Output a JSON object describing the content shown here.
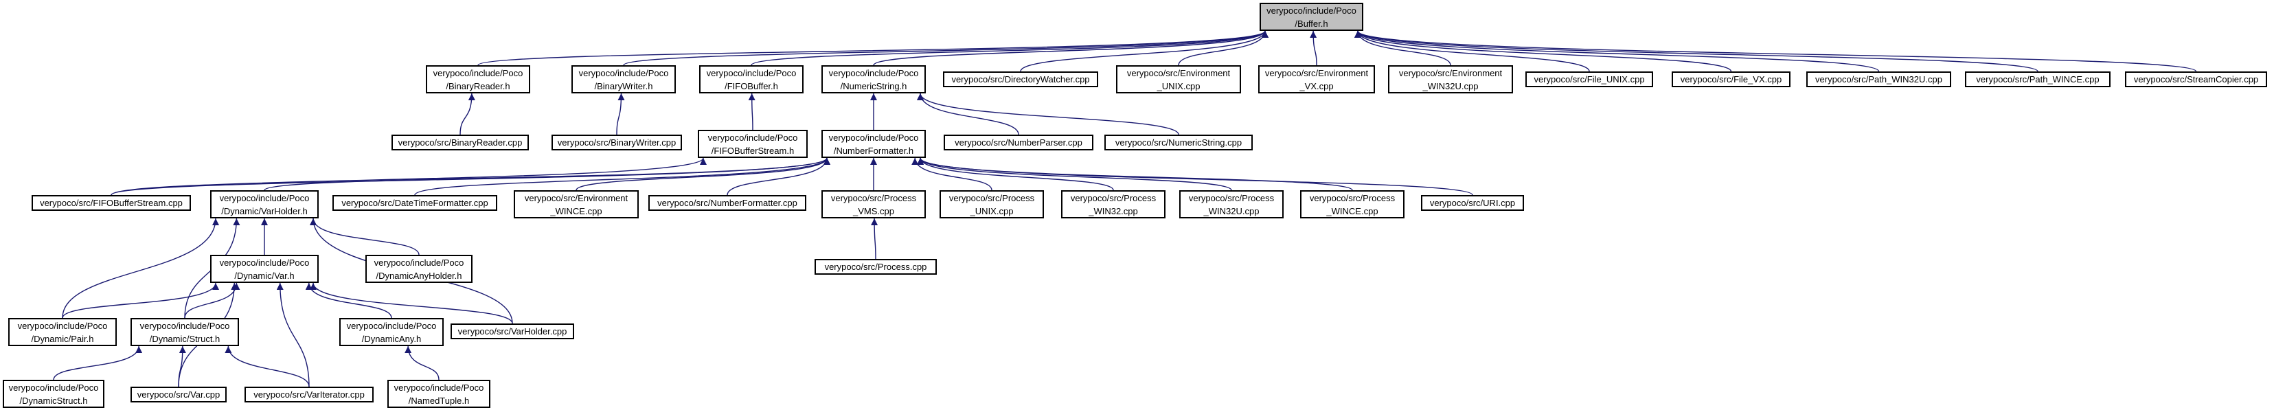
{
  "diagram": {
    "colors": {
      "edge": "#191970",
      "node_border": "#000000",
      "node_fill": "#ffffff",
      "root_fill": "#bfbfbf"
    },
    "nodes": [
      {
        "id": "buffer_h",
        "lines": [
          "verypoco/include/Poco",
          "/Buffer.h"
        ],
        "root": true
      },
      {
        "id": "binaryreader_h",
        "lines": [
          "verypoco/include/Poco",
          "/BinaryReader.h"
        ]
      },
      {
        "id": "binarywriter_h",
        "lines": [
          "verypoco/include/Poco",
          "/BinaryWriter.h"
        ]
      },
      {
        "id": "fifobuffer_h",
        "lines": [
          "verypoco/include/Poco",
          "/FIFOBuffer.h"
        ]
      },
      {
        "id": "numericstring_h",
        "lines": [
          "verypoco/include/Poco",
          "/NumericString.h"
        ]
      },
      {
        "id": "directorywatcher_cpp",
        "lines": [
          "verypoco/src/DirectoryWatcher.cpp"
        ]
      },
      {
        "id": "environment_unix_cpp",
        "lines": [
          "verypoco/src/Environment",
          "_UNIX.cpp"
        ]
      },
      {
        "id": "environment_vx_cpp",
        "lines": [
          "verypoco/src/Environment",
          "_VX.cpp"
        ]
      },
      {
        "id": "environment_win32u_cpp",
        "lines": [
          "verypoco/src/Environment",
          "_WIN32U.cpp"
        ]
      },
      {
        "id": "file_unix_cpp",
        "lines": [
          "verypoco/src/File_UNIX.cpp"
        ]
      },
      {
        "id": "file_vx_cpp",
        "lines": [
          "verypoco/src/File_VX.cpp"
        ]
      },
      {
        "id": "path_win32u_cpp",
        "lines": [
          "verypoco/src/Path_WIN32U.cpp"
        ]
      },
      {
        "id": "path_wince_cpp",
        "lines": [
          "verypoco/src/Path_WINCE.cpp"
        ]
      },
      {
        "id": "streamcopier_cpp",
        "lines": [
          "verypoco/src/StreamCopier.cpp"
        ]
      },
      {
        "id": "binaryreader_cpp",
        "lines": [
          "verypoco/src/BinaryReader.cpp"
        ]
      },
      {
        "id": "binarywriter_cpp",
        "lines": [
          "verypoco/src/BinaryWriter.cpp"
        ]
      },
      {
        "id": "fifobufferstream_h",
        "lines": [
          "verypoco/include/Poco",
          "/FIFOBufferStream.h"
        ]
      },
      {
        "id": "numberformatter_h",
        "lines": [
          "verypoco/include/Poco",
          "/NumberFormatter.h"
        ]
      },
      {
        "id": "numberparser_cpp",
        "lines": [
          "verypoco/src/NumberParser.cpp"
        ]
      },
      {
        "id": "numericstring_cpp",
        "lines": [
          "verypoco/src/NumericString.cpp"
        ]
      },
      {
        "id": "fifobufferstream_cpp",
        "lines": [
          "verypoco/src/FIFOBufferStream.cpp"
        ]
      },
      {
        "id": "varholder_h",
        "lines": [
          "verypoco/include/Poco",
          "/Dynamic/VarHolder.h"
        ]
      },
      {
        "id": "datetimeformatter_cpp",
        "lines": [
          "verypoco/src/DateTimeFormatter.cpp"
        ]
      },
      {
        "id": "environment_wince_cpp",
        "lines": [
          "verypoco/src/Environment",
          "_WINCE.cpp"
        ]
      },
      {
        "id": "numberformatter_cpp",
        "lines": [
          "verypoco/src/NumberFormatter.cpp"
        ]
      },
      {
        "id": "process_vms_cpp",
        "lines": [
          "verypoco/src/Process",
          "_VMS.cpp"
        ]
      },
      {
        "id": "process_unix_cpp",
        "lines": [
          "verypoco/src/Process",
          "_UNIX.cpp"
        ]
      },
      {
        "id": "process_win32_cpp",
        "lines": [
          "verypoco/src/Process",
          "_WIN32.cpp"
        ]
      },
      {
        "id": "process_win32u_cpp",
        "lines": [
          "verypoco/src/Process",
          "_WIN32U.cpp"
        ]
      },
      {
        "id": "process_wince_cpp",
        "lines": [
          "verypoco/src/Process",
          "_WINCE.cpp"
        ]
      },
      {
        "id": "uri_cpp",
        "lines": [
          "verypoco/src/URI.cpp"
        ]
      },
      {
        "id": "var_h",
        "lines": [
          "verypoco/include/Poco",
          "/Dynamic/Var.h"
        ]
      },
      {
        "id": "dynamicanyholder_h",
        "lines": [
          "verypoco/include/Poco",
          "/DynamicAnyHolder.h"
        ]
      },
      {
        "id": "process_cpp",
        "lines": [
          "verypoco/src/Process.cpp"
        ]
      },
      {
        "id": "pair_h",
        "lines": [
          "verypoco/include/Poco",
          "/Dynamic/Pair.h"
        ]
      },
      {
        "id": "struct_h",
        "lines": [
          "verypoco/include/Poco",
          "/Dynamic/Struct.h"
        ]
      },
      {
        "id": "dynamicany_h",
        "lines": [
          "verypoco/include/Poco",
          "/DynamicAny.h"
        ]
      },
      {
        "id": "varholder_cpp",
        "lines": [
          "verypoco/src/VarHolder.cpp"
        ]
      },
      {
        "id": "dynamicstruct_h",
        "lines": [
          "verypoco/include/Poco",
          "/DynamicStruct.h"
        ]
      },
      {
        "id": "var_cpp",
        "lines": [
          "verypoco/src/Var.cpp"
        ]
      },
      {
        "id": "variterator_cpp",
        "lines": [
          "verypoco/src/VarIterator.cpp"
        ]
      },
      {
        "id": "namedtuple_h",
        "lines": [
          "verypoco/include/Poco",
          "/NamedTuple.h"
        ]
      }
    ],
    "edges": [
      [
        "binaryreader_h",
        "buffer_h"
      ],
      [
        "binarywriter_h",
        "buffer_h"
      ],
      [
        "fifobuffer_h",
        "buffer_h"
      ],
      [
        "numericstring_h",
        "buffer_h"
      ],
      [
        "directorywatcher_cpp",
        "buffer_h"
      ],
      [
        "environment_unix_cpp",
        "buffer_h"
      ],
      [
        "environment_vx_cpp",
        "buffer_h"
      ],
      [
        "environment_win32u_cpp",
        "buffer_h"
      ],
      [
        "file_unix_cpp",
        "buffer_h"
      ],
      [
        "file_vx_cpp",
        "buffer_h"
      ],
      [
        "path_win32u_cpp",
        "buffer_h"
      ],
      [
        "path_wince_cpp",
        "buffer_h"
      ],
      [
        "streamcopier_cpp",
        "buffer_h"
      ],
      [
        "binaryreader_cpp",
        "binaryreader_h"
      ],
      [
        "binarywriter_cpp",
        "binarywriter_h"
      ],
      [
        "fifobufferstream_h",
        "fifobuffer_h"
      ],
      [
        "numberformatter_h",
        "numericstring_h"
      ],
      [
        "numberparser_cpp",
        "numericstring_h"
      ],
      [
        "numericstring_cpp",
        "numericstring_h"
      ],
      [
        "fifobufferstream_cpp",
        "fifobufferstream_h"
      ],
      [
        "fifobufferstream_cpp",
        "numberformatter_h"
      ],
      [
        "varholder_h",
        "numberformatter_h"
      ],
      [
        "datetimeformatter_cpp",
        "numberformatter_h"
      ],
      [
        "environment_wince_cpp",
        "numberformatter_h"
      ],
      [
        "numberformatter_cpp",
        "numberformatter_h"
      ],
      [
        "process_vms_cpp",
        "numberformatter_h"
      ],
      [
        "process_unix_cpp",
        "numberformatter_h"
      ],
      [
        "process_win32_cpp",
        "numberformatter_h"
      ],
      [
        "process_win32u_cpp",
        "numberformatter_h"
      ],
      [
        "process_wince_cpp",
        "numberformatter_h"
      ],
      [
        "uri_cpp",
        "numberformatter_h"
      ],
      [
        "process_cpp",
        "process_vms_cpp"
      ],
      [
        "var_h",
        "varholder_h"
      ],
      [
        "dynamicanyholder_h",
        "varholder_h"
      ],
      [
        "pair_h",
        "varholder_h"
      ],
      [
        "struct_h",
        "varholder_h"
      ],
      [
        "varholder_cpp",
        "varholder_h"
      ],
      [
        "pair_h",
        "var_h"
      ],
      [
        "struct_h",
        "var_h"
      ],
      [
        "dynamicany_h",
        "var_h"
      ],
      [
        "varholder_cpp",
        "var_h"
      ],
      [
        "var_cpp",
        "var_h"
      ],
      [
        "variterator_cpp",
        "var_h"
      ],
      [
        "dynamicstruct_h",
        "struct_h"
      ],
      [
        "var_cpp",
        "struct_h"
      ],
      [
        "variterator_cpp",
        "struct_h"
      ],
      [
        "namedtuple_h",
        "dynamicany_h"
      ]
    ]
  }
}
